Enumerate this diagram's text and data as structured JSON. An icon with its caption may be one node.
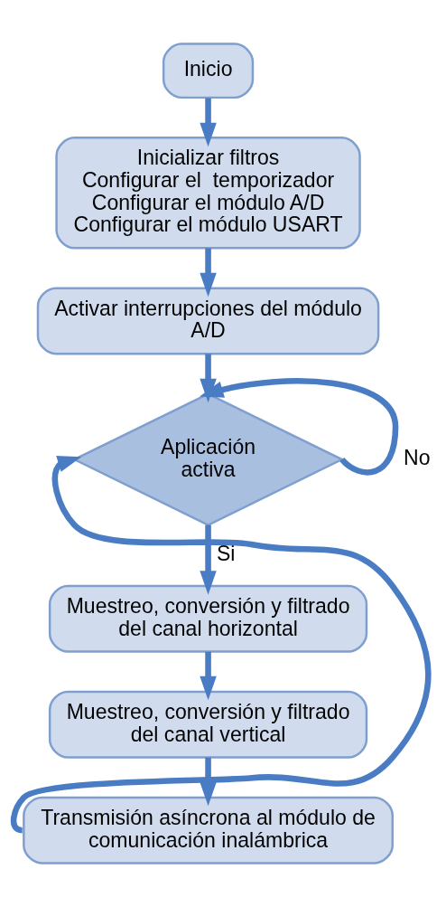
{
  "diagram": {
    "nodes": [
      {
        "text": [
          "Inicio"
        ]
      },
      {
        "text": [
          "Inicializar filtros",
          "Configurar el  temporizador",
          "Configurar el módulo A/D",
          "Configurar el módulo USART"
        ]
      },
      {
        "text": [
          "Activar interrupciones del módulo A/D"
        ]
      },
      {
        "text": [
          "Aplicación activa"
        ]
      },
      {
        "text": [
          "Muestreo, conversión y filtrado del canal horizontal"
        ]
      },
      {
        "text": [
          "Muestreo, conversión y filtrado del canal vertical"
        ]
      },
      {
        "text": [
          "Transmisión asíncrona al módulo de comunicación inalámbrica"
        ]
      }
    ],
    "edges": [
      {
        "from": 0,
        "to": 1,
        "arrow": "to"
      },
      {
        "from": 1,
        "to": 2,
        "arrow": "to"
      },
      {
        "from": 2,
        "to": 3,
        "arrow": "to"
      },
      {
        "from": 3,
        "to": 3,
        "arrow": "to",
        "label": "No"
      },
      {
        "from": 3,
        "to": 4,
        "arrow": "to",
        "label": "Si"
      },
      {
        "from": 4,
        "to": 5,
        "arrow": "to"
      },
      {
        "from": 5,
        "to": 6,
        "arrow": "to"
      },
      {
        "from": 6,
        "to": 3,
        "arrow": "to"
      }
    ]
  }
}
